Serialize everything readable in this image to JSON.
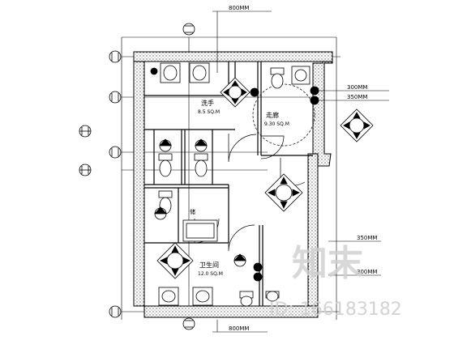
{
  "dimension_notes": {
    "top": "800MM",
    "bottom": "800MM",
    "right_1": "300MM",
    "right_2": "350MM",
    "right_3": "350MM",
    "right_4": "300MM"
  },
  "rooms": {
    "washroom_upper": {
      "name": "洗手",
      "area": "8.5 SQ.M"
    },
    "corridor": {
      "name": "走廊",
      "area": "9.30 SQ.M"
    },
    "storage": {
      "name": "储"
    },
    "washroom_lower": {
      "name": "卫生间",
      "area": "12.0 SQ.M"
    }
  },
  "watermark": {
    "logo_text": "知末",
    "id_text": "ID: 166183182"
  }
}
